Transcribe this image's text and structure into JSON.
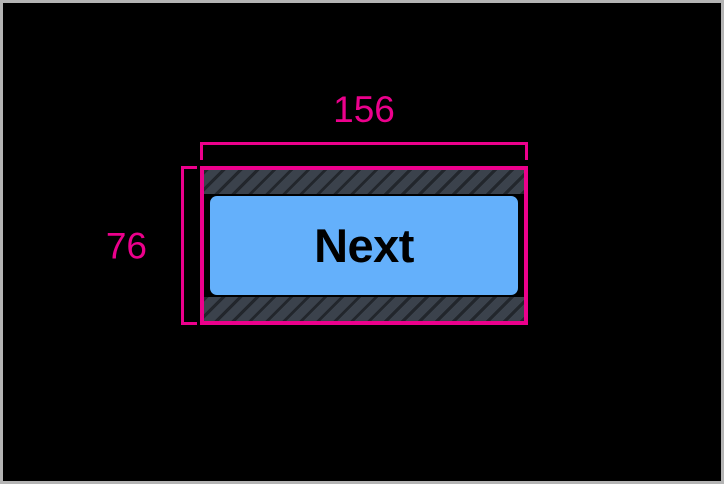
{
  "canvas": {
    "background_color": "#000000",
    "border_color": "#b4b4b4"
  },
  "inspected_element": {
    "type": "button",
    "label": "Next",
    "fill_color": "#64b0fb",
    "label_color": "#000000",
    "spacing_band_color": "#3b424c",
    "selection_outline_color": "#ec008c"
  },
  "annotations": {
    "accent_color": "#ec008c",
    "width": {
      "value": "156",
      "axis": "horizontal"
    },
    "height": {
      "value": "76",
      "axis": "vertical"
    }
  }
}
